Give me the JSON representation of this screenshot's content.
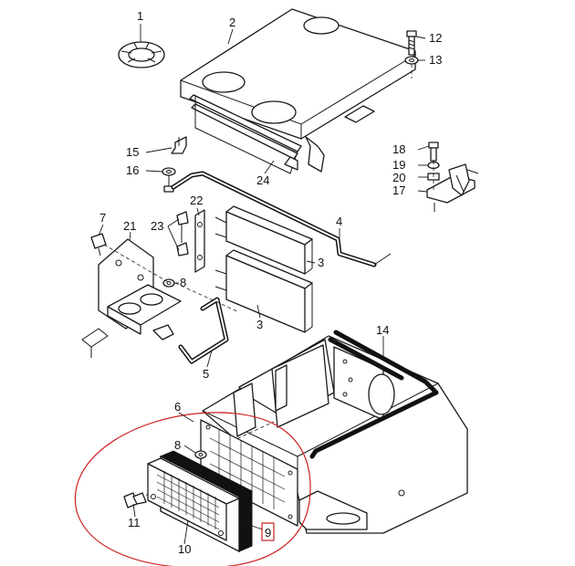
{
  "callouts": [
    {
      "id": "1",
      "label": "1"
    },
    {
      "id": "2",
      "label": "2"
    },
    {
      "id": "3a",
      "label": "3"
    },
    {
      "id": "3b",
      "label": "3"
    },
    {
      "id": "4",
      "label": "4"
    },
    {
      "id": "5",
      "label": "5"
    },
    {
      "id": "6",
      "label": "6"
    },
    {
      "id": "7",
      "label": "7"
    },
    {
      "id": "8a",
      "label": "8"
    },
    {
      "id": "8b",
      "label": "8"
    },
    {
      "id": "9",
      "label": "9"
    },
    {
      "id": "10",
      "label": "10"
    },
    {
      "id": "11",
      "label": "11"
    },
    {
      "id": "12",
      "label": "12"
    },
    {
      "id": "13",
      "label": "13"
    },
    {
      "id": "14",
      "label": "14"
    },
    {
      "id": "15",
      "label": "15"
    },
    {
      "id": "16",
      "label": "16"
    },
    {
      "id": "17",
      "label": "17"
    },
    {
      "id": "18",
      "label": "18"
    },
    {
      "id": "19",
      "label": "19"
    },
    {
      "id": "20",
      "label": "20"
    },
    {
      "id": "21",
      "label": "21"
    },
    {
      "id": "22",
      "label": "22"
    },
    {
      "id": "23",
      "label": "23"
    },
    {
      "id": "24",
      "label": "24"
    }
  ],
  "highlight": {
    "color": "#cc1f1f",
    "part": "9"
  },
  "line_color": "#1a1a1a"
}
